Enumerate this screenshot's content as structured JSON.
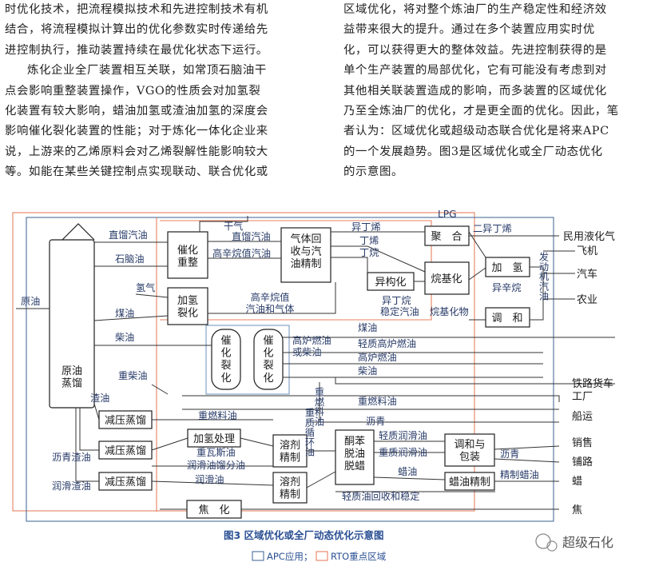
{
  "article": {
    "left_lines": [
      "时优化技术，把流程模拟技术和先进控制技术有机",
      "结合，将流程模拟计算出的优化参数实时传递给先",
      "进控制执行，推动装置持续在最优化状态下运行。",
      "炼化企业全厂装置相互关联，如常顶石脑油干",
      "点会影响重整装置操作，VGO的性质会对加氢裂",
      "化装置有较大影响，蜡油加氢或渣油加氢的深度会",
      "影响催化裂化装置的性能；对于炼化一体化企业来",
      "说，上游来的乙烯原料会对乙烯裂解性能影响较大",
      "等。如能在某些关键控制点实现联动、联合优化或"
    ],
    "right_lines": [
      "区域优化，将对整个炼油厂的生产稳定性和经济效",
      "益带来很大的提升。通过在多个装置应用实时优",
      "化，可以获得更大的整体效益。先进控制获得的是",
      "单个生产装置的局部优化，它有可能没有考虑到对",
      "其他相关联装置造成的影响，而多装置的区域优化",
      "乃至全炼油厂的优化，才是更全面的优化。因此，笔",
      "者认为：区域优化或超级动态联合优化是将来APC",
      "的一个发展趋势。图3是区域优化或全厂动态优化",
      "的示意图。"
    ]
  },
  "figure": {
    "caption": "图3   区域优化或全厂动态优化示意图",
    "legend_apc": "APC应用；",
    "legend_rto": "RTO重点区域",
    "watermark": "超级石化",
    "units": {
      "crude": "原油\n蒸馏",
      "reformer": "催化\n重整",
      "hydrocracker": "加氢\n裂化",
      "fcc1": "催\n化\n裂\n化",
      "fcc2": "催\n化\n裂\n化",
      "gas_recovery": "气体回\n收与汽\n油精制",
      "polymer": "聚　合",
      "isomer": "异构化",
      "alkylation": "烷基化",
      "hydrogenation": "加　氢",
      "blending": "调　和",
      "vac1": "减压蒸馏",
      "vac2": "减压蒸馏",
      "vac3": "减压蒸馏",
      "hydrotreat": "加氢处理",
      "solvent1": "溶剂\n精制",
      "solvent2": "溶剂\n精制",
      "dewax": "酮苯\n脱油\n脱蜡",
      "blend_pack": "调和与\n包装",
      "wax_refine": "蜡油精制",
      "coking": "焦　化"
    },
    "labels": {
      "crude_oil": "原油",
      "straight_gasoline": "直馏汽油",
      "naphtha": "石脑油",
      "hydrogen": "氢气",
      "kerosene": "煤油",
      "diesel": "柴油",
      "heavy_diesel": "重柴油",
      "residue": "渣油",
      "asphalt_residue": "沥青渣油",
      "lube_residue": "润滑渣油",
      "dry_gas": "干气",
      "straight_gasoline2": "直馏汽油",
      "high_octane": "高辛烷值汽油",
      "high_octane_gas": "高辛烷值\n汽油和气体",
      "isobutene": "异丁烯",
      "butene": "丁烯",
      "butane": "丁烷",
      "lpg": "LPG",
      "diisobutene": "二异丁烯",
      "isobutane": "异丁烷",
      "stable_gasoline": "稳定汽油",
      "alkylate": "烷基化物",
      "isooctane": "异辛烷",
      "engine_gasoline": "发动机汽油",
      "kerosene2": "煤油",
      "light_furnace": "轻质高炉燃油",
      "furnace_or_diesel": "高炉燃油\n或柴油",
      "furnace_fuel": "高炉燃油",
      "diesel2": "柴油",
      "heavy_fuel": "重燃料油",
      "heavy_fuel2": "重燃料油",
      "heavy_fuel_v": "重燃料油",
      "heavy_cycle_v": "重质循环油",
      "asphalt": "沥青",
      "heavy_gasoil": "重瓦斯油",
      "lube_fraction": "润滑油馏分油",
      "lube_oil": "润滑油",
      "light_lube": "轻质润滑油",
      "heavy_lube": "重质润滑油",
      "wax": "蜡油",
      "light_recovery": "轻质油回收和稳定",
      "asphalt_out": "沥青",
      "refined_wax": "精制蜡油"
    },
    "outputs": {
      "civil_lpg": "民用液化气",
      "aircraft": "飞机",
      "car": "汽车",
      "agri": "农业",
      "rail_truck": "铁路货车",
      "factory": "工厂",
      "shipping": "船运",
      "sales": "销售",
      "railway": "铺路",
      "wax_out": "蜡",
      "coke": "焦"
    }
  }
}
